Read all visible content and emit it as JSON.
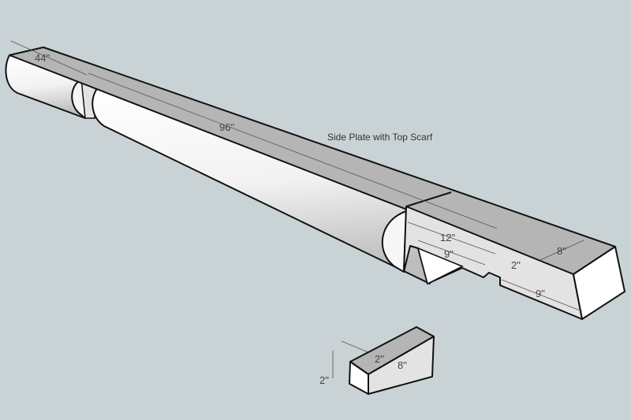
{
  "title": "Side Plate with Top Scarf",
  "dimensions": {
    "left_piece_length": "44\"",
    "main_length": "96\"",
    "scarf_length": "12\"",
    "notch_left_length": "9\"",
    "notch_gap": "2\"",
    "beam_width": "8\"",
    "notch_right_length": "9\"",
    "block_depth": "2\"",
    "block_length": "8\"",
    "block_height": "2\""
  },
  "colors": {
    "background": "#c9d3d6",
    "top_face": "#b5b5b5",
    "side_face": "#e3e3e3",
    "end_face": "#ffffff"
  }
}
